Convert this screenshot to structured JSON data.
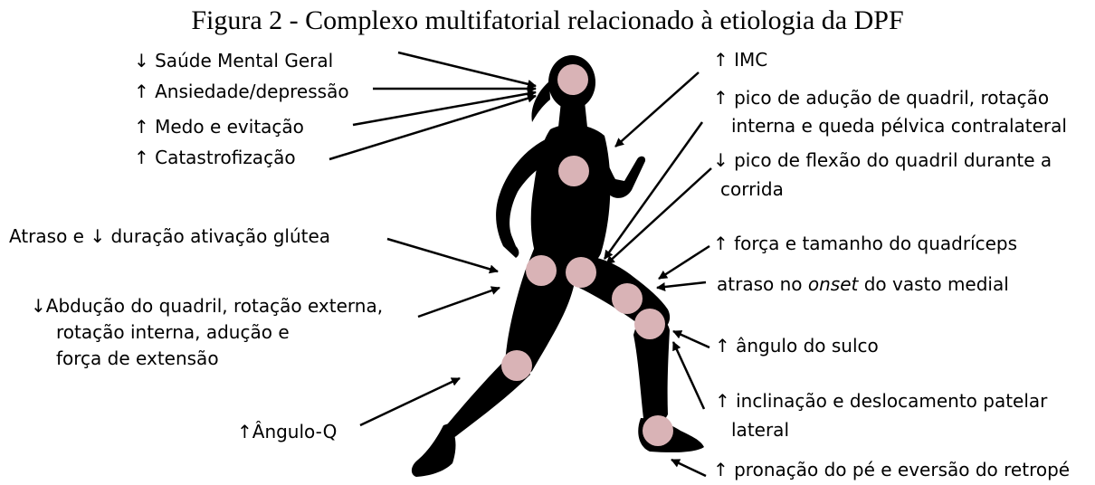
{
  "title": "Figura 2 - Complexo multifatorial relacionado à etiologia da DPF",
  "colors": {
    "silhouette": "#000000",
    "marker": "#d9b3b6",
    "arrow": "#000000"
  },
  "labels": {
    "saude_mental": "↓ Saúde Mental Geral",
    "ansiedade": "↑ Ansiedade/depressão",
    "medo": "↑ Medo e evitação",
    "catastrofizacao": "↑ Catastrofização",
    "ativacao_glutea": "Atraso e ↓ duração ativação glútea",
    "abducao_1": "↓Abdução do quadril, rotação externa,",
    "abducao_2": "rotação interna, adução e",
    "abducao_3": "força de extensão",
    "angulo_q": "↑Ângulo-Q",
    "imc": "↑ IMC",
    "aducao_1": "↑ pico de adução de quadril, rotação",
    "aducao_2": "interna e queda pélvica contralateral",
    "flexao_1": "↓ pico de flexão do quadril durante a",
    "flexao_2": "corrida",
    "forca_quadriceps": "↑ força e tamanho do quadríceps",
    "vasto_pre": "atraso no ",
    "vasto_em": "onset",
    "vasto_post": " do vasto medial",
    "angulo_sulco": "↑ ângulo do sulco",
    "inclinacao_1": "↑ inclinação e deslocamento patelar",
    "inclinacao_2": "lateral",
    "pronacao": "↑ pronação do pé e eversão do retropé"
  }
}
